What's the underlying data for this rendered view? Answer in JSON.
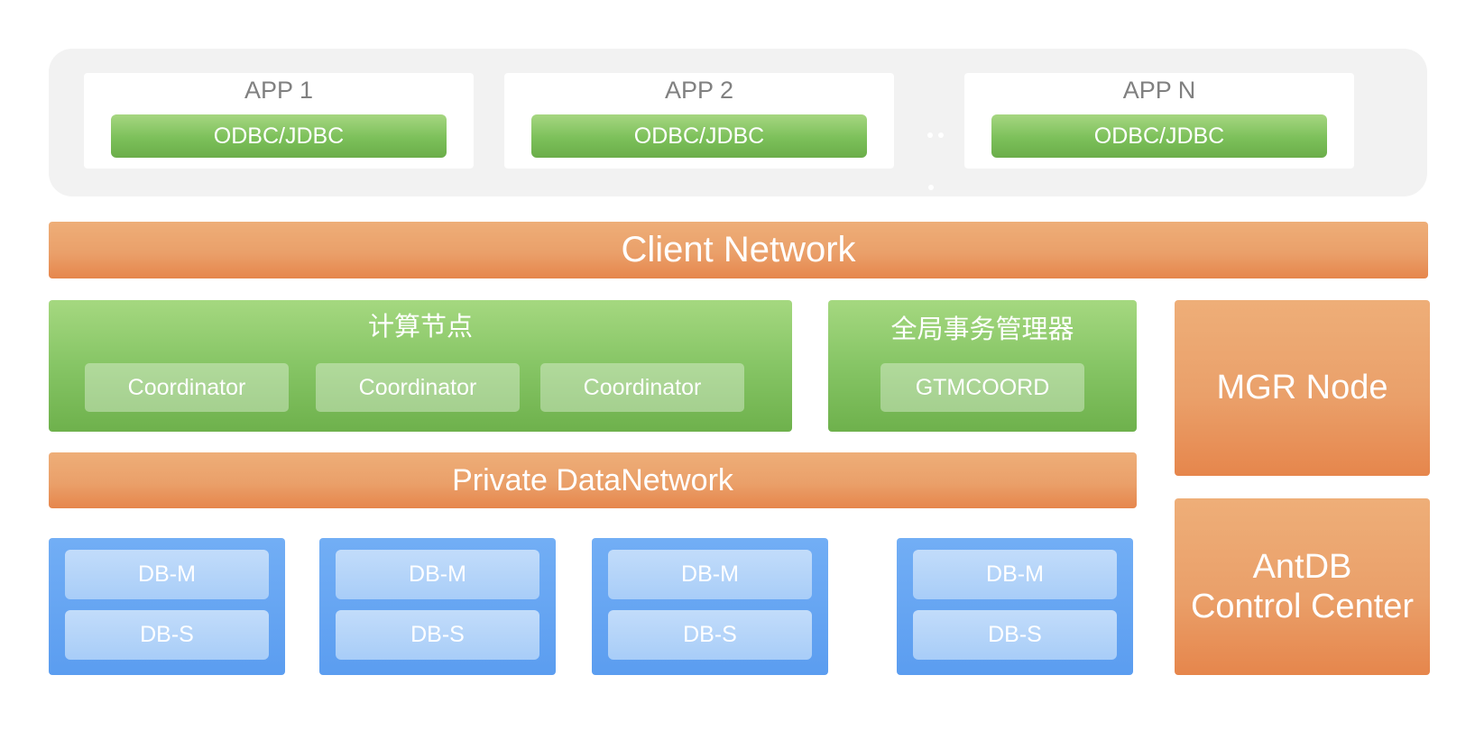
{
  "apps": [
    {
      "title": "APP 1",
      "driver": "ODBC/JDBC"
    },
    {
      "title": "APP 2",
      "driver": "ODBC/JDBC"
    },
    {
      "title": "APP N",
      "driver": "ODBC/JDBC"
    }
  ],
  "client_network": "Client Network",
  "compute": {
    "title": "计算节点",
    "nodes": [
      "Coordinator",
      "Coordinator",
      "Coordinator"
    ]
  },
  "gtm": {
    "title": "全局事务管理器",
    "node": "GTMCOORD"
  },
  "mgr_node": "MGR Node",
  "control_center": {
    "line1": "AntDB",
    "line2": "Control Center"
  },
  "private_network": "Private DataNetwork",
  "db_groups": [
    {
      "master": "DB-M",
      "slave": "DB-S"
    },
    {
      "master": "DB-M",
      "slave": "DB-S"
    },
    {
      "master": "DB-M",
      "slave": "DB-S"
    },
    {
      "master": "DB-M",
      "slave": "DB-S"
    }
  ],
  "colors": {
    "green": "#7cc05a",
    "orange": "#eaa06a",
    "blue": "#5b9df0",
    "panel_gray": "#f2f2f2"
  }
}
